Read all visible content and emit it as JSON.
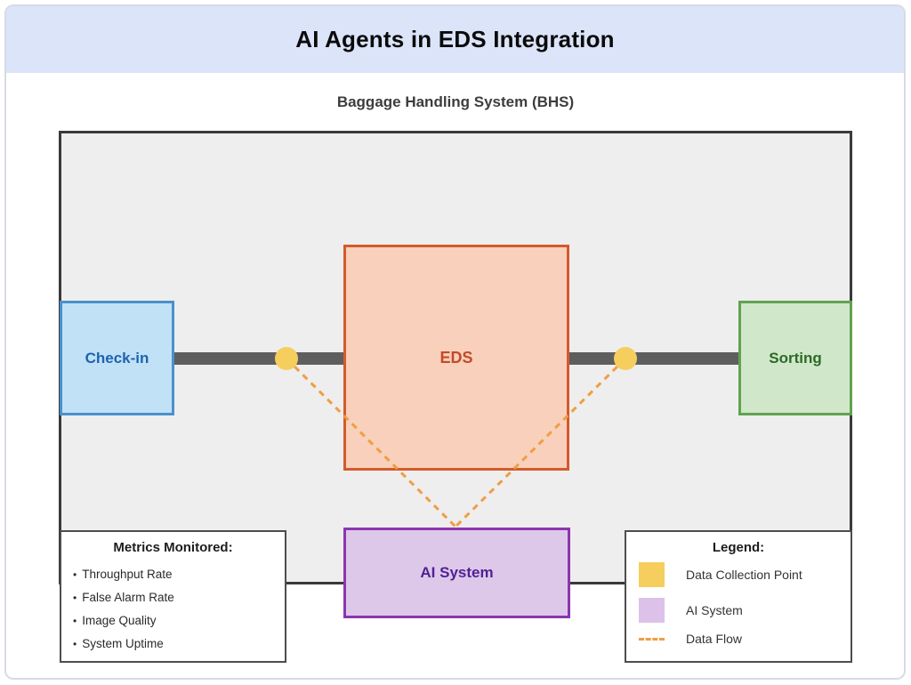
{
  "page": {
    "title": "AI Agents in EDS Integration"
  },
  "diagram": {
    "subtitle": "Baggage Handling System (BHS)",
    "nodes": {
      "checkin": {
        "label": "Check-in",
        "fill": "#c0e1f6",
        "border": "#4a90cc",
        "text": "#1e63b0"
      },
      "eds": {
        "label": "EDS",
        "fill": "#f9d0bb",
        "border": "#d45a2c",
        "text": "#c04c2b"
      },
      "sorting": {
        "label": "Sorting",
        "fill": "#d1e7c9",
        "border": "#61a251",
        "text": "#2c6a27"
      },
      "ai_system": {
        "label": "AI System",
        "fill": "#ddc8ea",
        "border": "#8b36ae",
        "text": "#512192"
      }
    },
    "colors": {
      "header_bg": "#dbe4f8",
      "bhs_fill": "#eeeeee",
      "bhs_border": "#3a3a3a",
      "conveyor": "#5e5e5e",
      "data_collection_point": "#f6ce5d",
      "data_flow": "#ef9e44"
    }
  },
  "metrics": {
    "title": "Metrics Monitored:",
    "bullet": "•",
    "items": [
      "Throughput Rate",
      "False Alarm Rate",
      "Image Quality",
      "System Uptime"
    ]
  },
  "legend": {
    "title": "Legend:",
    "items": [
      {
        "label": "Data Collection Point"
      },
      {
        "label": "AI System"
      },
      {
        "label": "Data Flow"
      }
    ]
  }
}
